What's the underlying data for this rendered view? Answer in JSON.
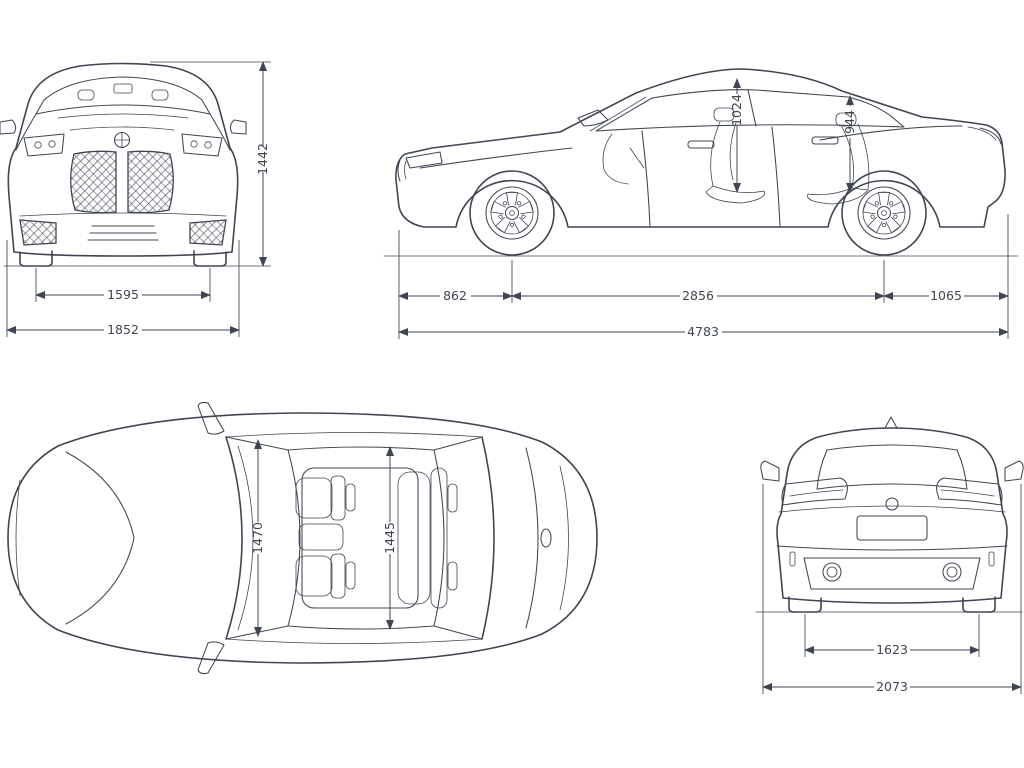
{
  "colors": {
    "line": "#3f4652",
    "background": "#ffffff"
  },
  "dimensions": {
    "front_view": {
      "overall_height": "1442",
      "front_track": "1595",
      "body_width": "1852"
    },
    "side_view": {
      "front_interior_height": "1024",
      "rear_interior_height": "944",
      "front_overhang": "862",
      "wheelbase": "2856",
      "rear_overhang": "1065",
      "overall_length": "4783"
    },
    "top_view": {
      "front_interior_width": "1470",
      "rear_interior_width": "1445"
    },
    "rear_view": {
      "rear_track": "1623",
      "overall_width": "2073"
    }
  }
}
